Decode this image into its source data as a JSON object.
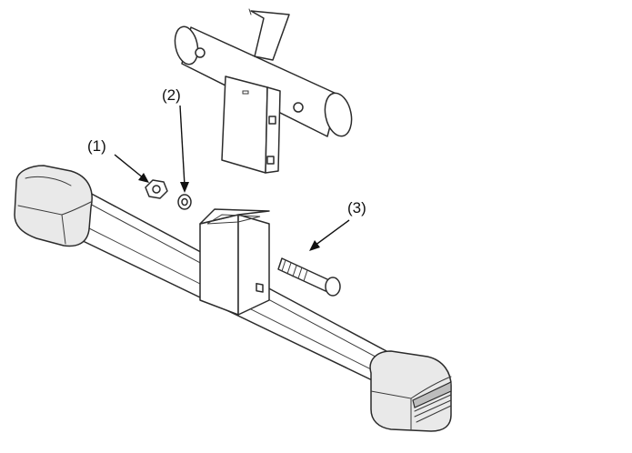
{
  "callouts": [
    {
      "id": "1",
      "label": "(1)"
    },
    {
      "id": "2",
      "label": "(2)"
    },
    {
      "id": "3",
      "label": "(3)"
    }
  ],
  "colors": {
    "line": "#2b2b2b",
    "shade": "#e9e9e9",
    "background": "#ffffff"
  }
}
